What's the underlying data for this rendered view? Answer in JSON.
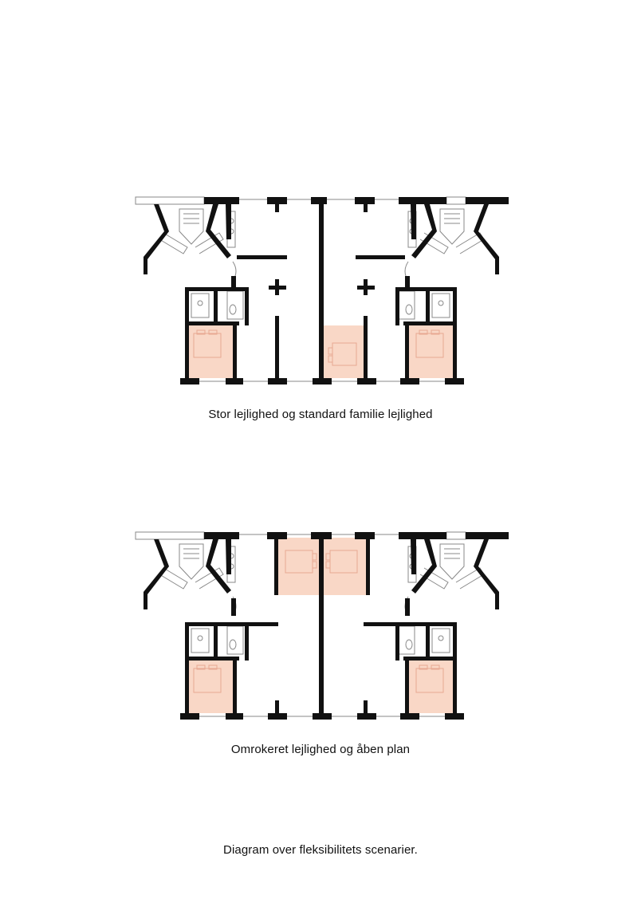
{
  "captions": {
    "top": "Stor lejlighed og standard familie lejlighed",
    "bottom": "Omrokeret lejlighed og åben plan",
    "footer": "Diagram over fleksibilitets scenarier."
  },
  "colors": {
    "wall": "#111111",
    "highlight": "#f9d7c6",
    "furniture_line": "#e8a892",
    "thin_line": "#888888",
    "background": "#ffffff"
  }
}
